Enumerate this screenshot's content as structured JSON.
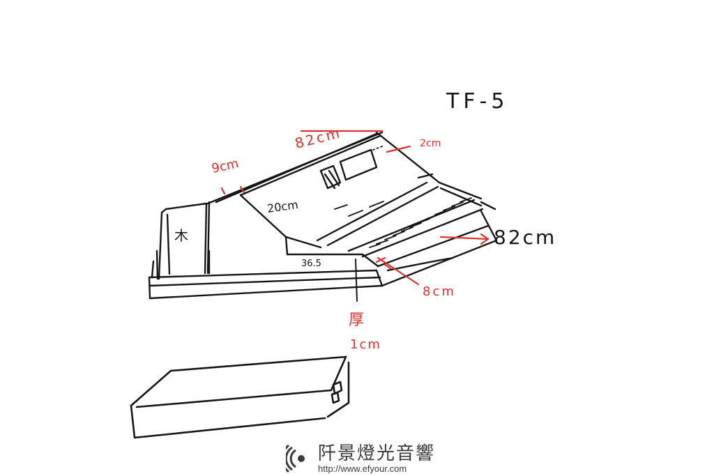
{
  "diagram": {
    "title": "TF-5",
    "labels": {
      "depth_top": "82cm",
      "back_height": "9cm",
      "panel_slant": "20cm",
      "depth_label": "36.5",
      "top_gap": "2cm",
      "width": "82cm",
      "front_height": "8cm",
      "wood_mark": "木",
      "thickness_label": "厚",
      "thickness_value": "1cm"
    }
  },
  "watermark": {
    "brand": "阡景燈光音響",
    "url": "http://www.efyour.com"
  },
  "colors": {
    "ink": "#151515",
    "annotation": "#e0312d",
    "watermark": "#3a3a3a"
  }
}
